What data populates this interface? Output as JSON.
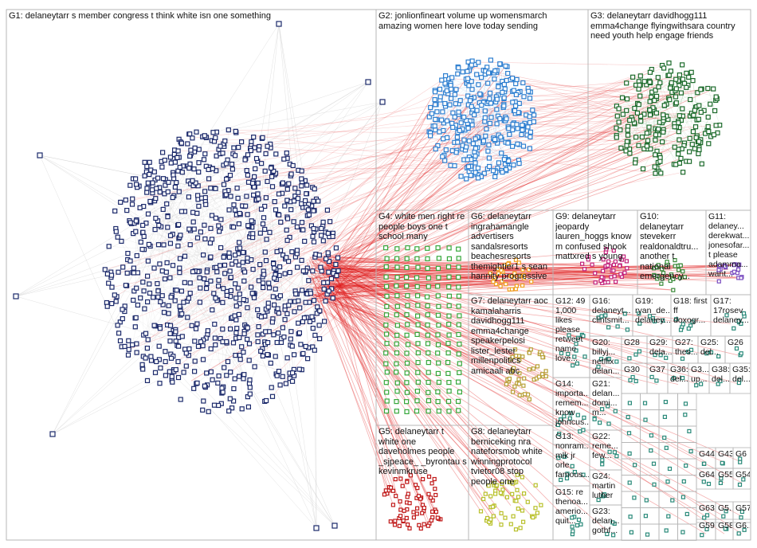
{
  "colors": {
    "background": "#ffffff",
    "group_border": "#b5b5b5",
    "edge_red": "#e01919",
    "edge_gray": "#c8c8c8",
    "g1_nodes": "#1c2a6b",
    "g2_nodes": "#2e7fd0",
    "g3_nodes": "#1d6b2c",
    "g4_nodes": "#37a83c",
    "g6_nodes": "#f0a020",
    "g7_nodes": "#b8a038",
    "g9_nodes": "#c2207a",
    "g11_nodes": "#7a4dc0",
    "g5_nodes": "#c01a1a",
    "g8_nodes": "#b8c02a",
    "misc_nodes": "#2a8a7a"
  },
  "groups": [
    {
      "id": "G1",
      "label": "G1: delaneytarr s member congress t think white isn one something"
    },
    {
      "id": "G2",
      "label": "G2: jonlionfineart volume up womensmarch\namazing women here love today sending"
    },
    {
      "id": "G3",
      "label": "G3: delaneytarr davidhogg111\nemma4change flyingwithsara country\nneed youth help engage friends"
    },
    {
      "id": "G4",
      "label": "G4: white men right re\npeople boys one t\nschool many"
    },
    {
      "id": "G6",
      "label": "G6: delaneytarr\ningrahamangle\nadvertisers\nsandalsresorts\nbeachesresorts\nthemightier1 s sean\nhannity progressive"
    },
    {
      "id": "G9",
      "label": "G9: delaneytarr\njeopardy\nlauren_hoggs know\nm confused shook\nmattxred s young"
    },
    {
      "id": "G10",
      "label": "G10:\ndelaneytarr\nstevekerr\nrealdonaldtru...\nanother t\nnational\nemergency..."
    },
    {
      "id": "G11",
      "label": "G11:\ndelaney...\nderekwat...\njonesofar...\nt please\nadamma...\nwant..."
    },
    {
      "id": "G12",
      "label": "G12: 49\n1,000\nlikes\nplease\nretweet\nname\nlove..."
    },
    {
      "id": "G16",
      "label": "G16:\ndelaneyt...\nclintsmit..."
    },
    {
      "id": "G19",
      "label": "G19:\nryan_de...\ndelaney..."
    },
    {
      "id": "G18",
      "label": "G18: first\nff\ndoxogr..."
    },
    {
      "id": "G17",
      "label": "G17:\n17rosev\ndelaney..."
    },
    {
      "id": "G20",
      "label": "G20:\nbillyj...\nnetflix\ndelan..."
    },
    {
      "id": "G28",
      "label": "G28"
    },
    {
      "id": "G29",
      "label": "G29:\ndela..."
    },
    {
      "id": "G27",
      "label": "G27:\nthes..."
    },
    {
      "id": "G25",
      "label": "G25:\ndel..."
    },
    {
      "id": "G26",
      "label": "G26"
    },
    {
      "id": "G30",
      "label": "G30"
    },
    {
      "id": "G37",
      "label": "G37"
    },
    {
      "id": "G36",
      "label": "G36:\ndel..."
    },
    {
      "id": "G3x",
      "label": "G3...\nup..."
    },
    {
      "id": "G38",
      "label": "G38:\ndel..."
    },
    {
      "id": "G35",
      "label": "G35:\ndel..."
    },
    {
      "id": "G7",
      "label": "G7: delaneytarr aoc\nkamalaharris\ndavidhogg111\nemma4change\nspeakerpelosi\nlister_lester\nmillenpolitics\namicaali abc"
    },
    {
      "id": "G14",
      "label": "G14:\nimporta...\nremem...\nknow\njohncus..."
    },
    {
      "id": "G21",
      "label": "G21:\ndelan...\ndomi...\nm..."
    },
    {
      "id": "G5",
      "label": "G5: delaneytarr t\nwhite one\ndaveholmes people\n_sjpeace_ _byrontau s\nkevinmkruse"
    },
    {
      "id": "G8",
      "label": "G8: delaneytarr\nberniceking nra\nnateforsmob white\nwinningprotocol\ntvietor08 stop\npeople one"
    },
    {
      "id": "G13",
      "label": "G13:\nnonram...\nmlk jr\norle\nfamous..."
    },
    {
      "id": "G22",
      "label": "G22:\nreme...\nfew..."
    },
    {
      "id": "G24",
      "label": "G24:\nmartin\nluther"
    },
    {
      "id": "G15",
      "label": "G15: re\nthenoa...\namerio...\nquit..."
    },
    {
      "id": "G23",
      "label": "G23:\ndelan...\ngothf..."
    },
    {
      "id": "G44",
      "label": "G44"
    },
    {
      "id": "G43",
      "label": "G43"
    },
    {
      "id": "G6x",
      "label": "G6"
    },
    {
      "id": "G64",
      "label": "G64"
    },
    {
      "id": "G55",
      "label": "G55"
    },
    {
      "id": "G54",
      "label": "G54"
    },
    {
      "id": "G63",
      "label": "G63"
    },
    {
      "id": "G5x",
      "label": "G5..."
    },
    {
      "id": "G57",
      "label": "G57"
    },
    {
      "id": "G59",
      "label": "G59"
    },
    {
      "id": "G58",
      "label": "G58"
    },
    {
      "id": "G6y",
      "label": "G6..."
    }
  ]
}
